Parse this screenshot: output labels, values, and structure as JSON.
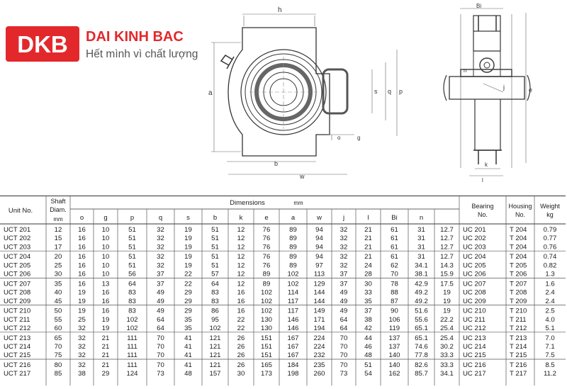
{
  "brand": {
    "logo_letters": "DKB",
    "name": "DAI KINH BAC",
    "slogan": "Hết mình vì chất lượng",
    "color_red": "#e3282c"
  },
  "drawing_labels": {
    "front": [
      "h",
      "a",
      "s",
      "q",
      "p",
      "o",
      "g",
      "b",
      "w"
    ],
    "side": [
      "Bi",
      "n",
      "j",
      "e",
      "k",
      "l"
    ]
  },
  "table": {
    "header": {
      "unit_no": "Unit No.",
      "shaft_1": "Shaft",
      "shaft_2": "Diam.",
      "shaft_unit": "mm",
      "dimensions": "Dimensions",
      "dimensions_unit": "mm",
      "bearing_1": "Bearing",
      "bearing_2": "No.",
      "housing_1": "Housing",
      "housing_2": "No.",
      "weight_1": "Weight",
      "weight_2": "kg"
    },
    "dim_columns": [
      "o",
      "g",
      "p",
      "q",
      "s",
      "b",
      "k",
      "e",
      "a",
      "w",
      "j",
      "l",
      "Bi",
      "n"
    ],
    "groups": [
      [
        [
          "UCT 201",
          "12",
          "16",
          "10",
          "51",
          "32",
          "19",
          "51",
          "12",
          "76",
          "89",
          "94",
          "32",
          "21",
          "61",
          "31",
          "12.7",
          "UC  201",
          "T 204",
          "0.79"
        ],
        [
          "UCT 202",
          "15",
          "16",
          "10",
          "51",
          "32",
          "19",
          "51",
          "12",
          "76",
          "89",
          "94",
          "32",
          "21",
          "61",
          "31",
          "12.7",
          "UC  202",
          "T 204",
          "0.77"
        ],
        [
          "UCT 203",
          "17",
          "16",
          "10",
          "51",
          "32",
          "19",
          "51",
          "12",
          "76",
          "89",
          "94",
          "32",
          "21",
          "61",
          "31",
          "12.7",
          "UC  203",
          "T 204",
          "0.76"
        ]
      ],
      [
        [
          "UCT 204",
          "20",
          "16",
          "10",
          "51",
          "32",
          "19",
          "51",
          "12",
          "76",
          "89",
          "94",
          "32",
          "21",
          "61",
          "31",
          "12.7",
          "UC  204",
          "T 204",
          "0.74"
        ],
        [
          "UCT 205",
          "25",
          "16",
          "10",
          "51",
          "32",
          "19",
          "51",
          "12",
          "76",
          "89",
          "97",
          "32",
          "24",
          "62",
          "34.1",
          "14.3",
          "UC  205",
          "T 205",
          "0.82"
        ],
        [
          "UCT 206",
          "30",
          "16",
          "10",
          "56",
          "37",
          "22",
          "57",
          "12",
          "89",
          "102",
          "113",
          "37",
          "28",
          "70",
          "38.1",
          "15.9",
          "UC  206",
          "T 206",
          "1.3"
        ]
      ],
      [
        [
          "UCT 207",
          "35",
          "16",
          "13",
          "64",
          "37",
          "22",
          "64",
          "12",
          "89",
          "102",
          "129",
          "37",
          "30",
          "78",
          "42.9",
          "17.5",
          "UC  207",
          "T 207",
          "1.6"
        ],
        [
          "UCT 208",
          "40",
          "19",
          "16",
          "83",
          "49",
          "29",
          "83",
          "16",
          "102",
          "114",
          "144",
          "49",
          "33",
          "88",
          "49.2",
          "19",
          "UC  208",
          "T 208",
          "2.4"
        ],
        [
          "UCT 209",
          "45",
          "19",
          "16",
          "83",
          "49",
          "29",
          "83",
          "16",
          "102",
          "117",
          "144",
          "49",
          "35",
          "87",
          "49.2",
          "19",
          "UC  209",
          "T 209",
          "2.4"
        ]
      ],
      [
        [
          "UCT 210",
          "50",
          "19",
          "16",
          "83",
          "49",
          "29",
          "86",
          "16",
          "102",
          "117",
          "149",
          "49",
          "37",
          "90",
          "51.6",
          "19",
          "UC  210",
          "T 210",
          "2.5"
        ],
        [
          "UCT 211",
          "55",
          "25",
          "19",
          "102",
          "64",
          "35",
          "95",
          "22",
          "130",
          "146",
          "171",
          "64",
          "38",
          "106",
          "55.6",
          "22.2",
          "UC  211",
          "T 211",
          "4.0"
        ],
        [
          "UCT 212",
          "60",
          "32",
          "19",
          "102",
          "64",
          "35",
          "102",
          "22",
          "130",
          "146",
          "194",
          "64",
          "42",
          "119",
          "65.1",
          "25.4",
          "UC  212",
          "T 212",
          "5.1"
        ]
      ],
      [
        [
          "UCT 213",
          "65",
          "32",
          "21",
          "111",
          "70",
          "41",
          "121",
          "26",
          "151",
          "167",
          "224",
          "70",
          "44",
          "137",
          "65.1",
          "25.4",
          "UC  213",
          "T 213",
          "7.0"
        ],
        [
          "UCT 214",
          "70",
          "32",
          "21",
          "111",
          "70",
          "41",
          "121",
          "26",
          "151",
          "167",
          "224",
          "70",
          "46",
          "137",
          "74.6",
          "30.2",
          "UC  214",
          "T 214",
          "7.1"
        ],
        [
          "UCT 215",
          "75",
          "32",
          "21",
          "111",
          "70",
          "41",
          "121",
          "26",
          "151",
          "167",
          "232",
          "70",
          "48",
          "140",
          "77.8",
          "33.3",
          "UC  215",
          "T 215",
          "7.5"
        ]
      ],
      [
        [
          "UCT 216",
          "80",
          "32",
          "21",
          "111",
          "70",
          "41",
          "121",
          "26",
          "165",
          "184",
          "235",
          "70",
          "51",
          "140",
          "82.6",
          "33.3",
          "UC  216",
          "T 216",
          "8.5"
        ],
        [
          "UCT 217",
          "85",
          "38",
          "29",
          "124",
          "73",
          "48",
          "157",
          "30",
          "173",
          "198",
          "260",
          "73",
          "54",
          "162",
          "85.7",
          "34.1",
          "UC  217",
          "T 217",
          "11.2"
        ]
      ]
    ]
  }
}
